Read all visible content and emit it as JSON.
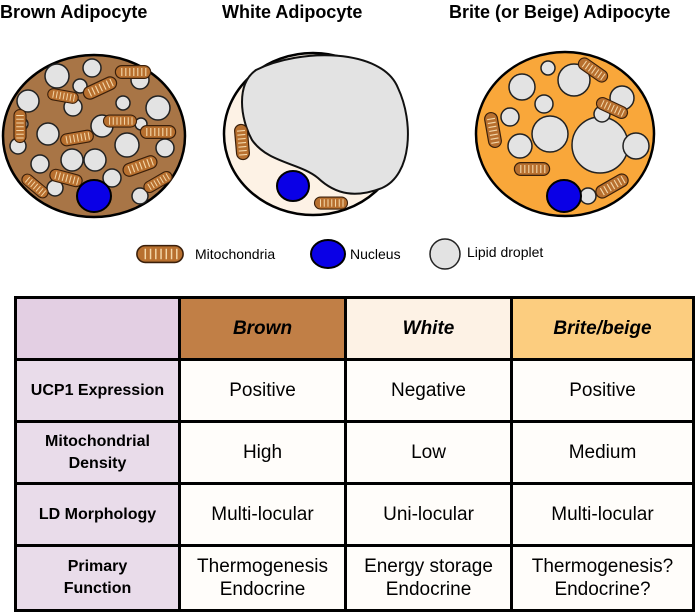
{
  "titles": {
    "brown": "Brown Adipocyte",
    "white": "White Adipocyte",
    "brite": "Brite (or Beige) Adipocyte"
  },
  "legend": {
    "mitochondria": "Mitochondria",
    "nucleus": "Nucleus",
    "lipid_droplet": "Lipid droplet"
  },
  "colors": {
    "brown_cytoplasm": "#a87546",
    "white_cytoplasm": "#fdf2e5",
    "brite_cytoplasm": "#f9a73a",
    "lipid": "#e3e3e3",
    "nucleus": "#0a00e6",
    "mitochondria": "#b8702f",
    "table_row_header": "#e9dcea",
    "brown_header": "#c17f46",
    "white_header": "#fdf2e5",
    "brite_header": "#fccd7f"
  },
  "table": {
    "columns": [
      "Brown",
      "White",
      "Brite/beige"
    ],
    "rows": [
      {
        "label": [
          "UCP1 Expression"
        ],
        "brown": [
          "Positive"
        ],
        "white": [
          "Negative"
        ],
        "brite": [
          "Positive"
        ]
      },
      {
        "label": [
          "Mitochondrial",
          "Density"
        ],
        "brown": [
          "High"
        ],
        "white": [
          "Low"
        ],
        "brite": [
          "Medium"
        ]
      },
      {
        "label": [
          "LD Morphology"
        ],
        "brown": [
          "Multi-locular"
        ],
        "white": [
          "Uni-locular"
        ],
        "brite": [
          "Multi-locular"
        ]
      },
      {
        "label": [
          "Primary",
          "Function"
        ],
        "brown": [
          "Thermogenesis",
          "Endocrine"
        ],
        "white": [
          "Energy storage",
          "Endocrine"
        ],
        "brite": [
          "Thermogenesis?",
          "Endocrine?"
        ]
      }
    ]
  }
}
